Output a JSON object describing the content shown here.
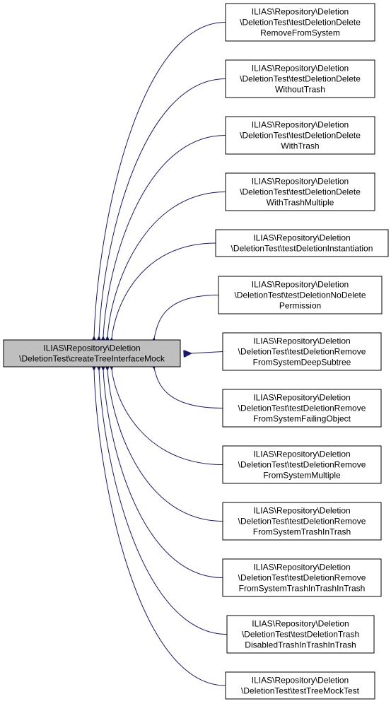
{
  "colors": {
    "edge": "#191970",
    "node_border": "#000000",
    "node_fill": "#ffffff",
    "focus_fill": "#bfbfbf",
    "text": "#000000"
  },
  "focus_node": {
    "lines": [
      "ILIAS\\Repository\\Deletion",
      "\\DeletionTest\\createTreeInterfaceMock"
    ]
  },
  "caller_nodes": [
    {
      "lines": [
        "ILIAS\\Repository\\Deletion",
        "\\DeletionTest\\testDeletionDelete",
        "RemoveFromSystem"
      ]
    },
    {
      "lines": [
        "ILIAS\\Repository\\Deletion",
        "\\DeletionTest\\testDeletionDelete",
        "WithoutTrash"
      ]
    },
    {
      "lines": [
        "ILIAS\\Repository\\Deletion",
        "\\DeletionTest\\testDeletionDelete",
        "WithTrash"
      ]
    },
    {
      "lines": [
        "ILIAS\\Repository\\Deletion",
        "\\DeletionTest\\testDeletionDelete",
        "WithTrashMultiple"
      ]
    },
    {
      "lines": [
        "ILIAS\\Repository\\Deletion",
        "\\DeletionTest\\testDeletionInstantiation"
      ]
    },
    {
      "lines": [
        "ILIAS\\Repository\\Deletion",
        "\\DeletionTest\\testDeletionNoDelete",
        "Permission"
      ]
    },
    {
      "lines": [
        "ILIAS\\Repository\\Deletion",
        "\\DeletionTest\\testDeletionRemove",
        "FromSystemDeepSubtree"
      ]
    },
    {
      "lines": [
        "ILIAS\\Repository\\Deletion",
        "\\DeletionTest\\testDeletionRemove",
        "FromSystemFailingObject"
      ]
    },
    {
      "lines": [
        "ILIAS\\Repository\\Deletion",
        "\\DeletionTest\\testDeletionRemove",
        "FromSystemMultiple"
      ]
    },
    {
      "lines": [
        "ILIAS\\Repository\\Deletion",
        "\\DeletionTest\\testDeletionRemove",
        "FromSystemTrashInTrash"
      ]
    },
    {
      "lines": [
        "ILIAS\\Repository\\Deletion",
        "\\DeletionTest\\testDeletionRemove",
        "FromSystemTrashInTrashInTrash"
      ]
    },
    {
      "lines": [
        "ILIAS\\Repository\\Deletion",
        "\\DeletionTest\\testDeletionTrash",
        "DisabledTrashInTrashInTrash"
      ]
    },
    {
      "lines": [
        "ILIAS\\Repository\\Deletion",
        "\\DeletionTest\\testTreeMockTest"
      ]
    }
  ]
}
